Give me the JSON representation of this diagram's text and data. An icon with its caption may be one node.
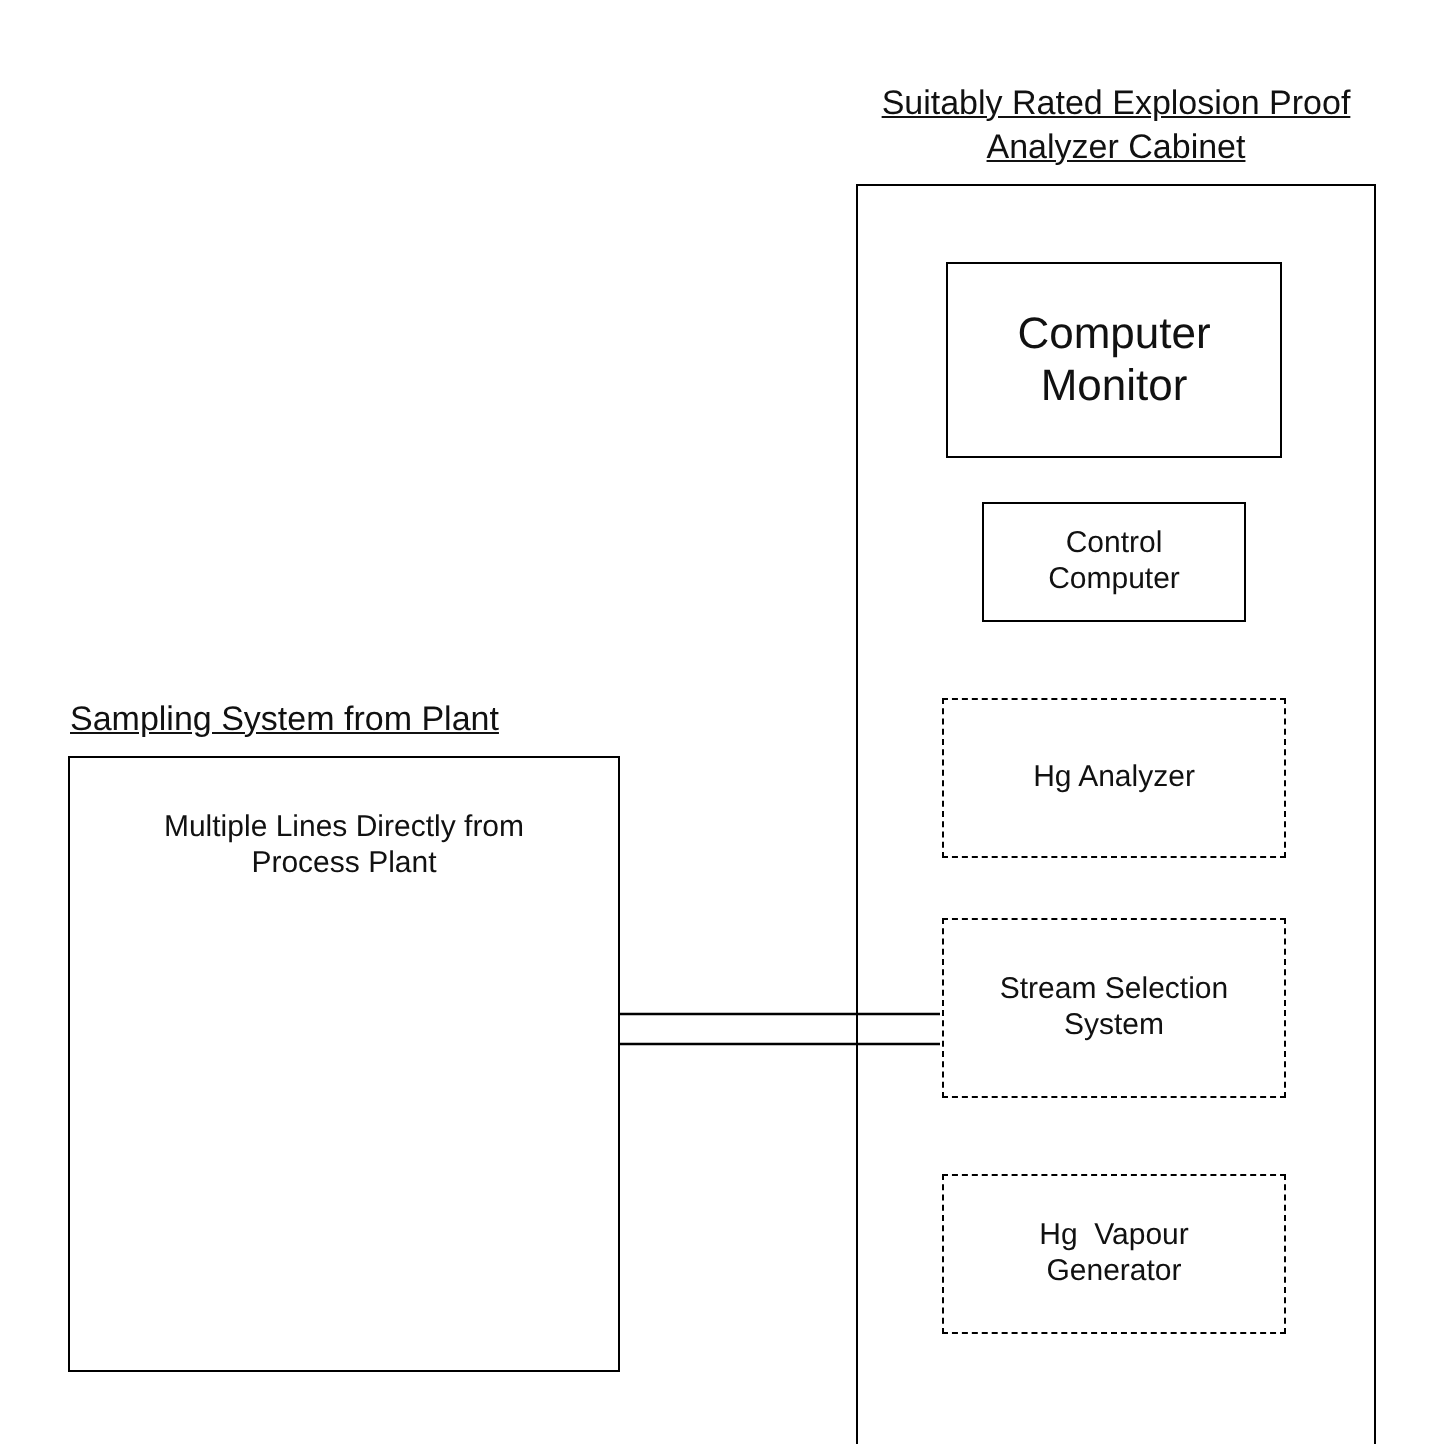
{
  "diagram": {
    "nodes": [
      {
        "text": [
          "Suitably Rated Explosion Proof Analyzer Cabinet"
        ]
      },
      {
        "text": [
          "Computer Monitor"
        ],
        "in": 0
      },
      {
        "text": [
          "Control Computer"
        ],
        "in": 0
      },
      {
        "text": [
          "Hg Analyzer"
        ],
        "in": 0
      },
      {
        "text": [
          "Stream Selection System"
        ],
        "in": 0
      },
      {
        "text": [
          "Hg  Vapour Generator"
        ],
        "in": 0
      },
      {
        "text": [
          "Sampling System from Plant",
          "Multiple Lines Directly from Process Plant"
        ]
      }
    ],
    "edges": [
      {
        "from": 6,
        "to": 4,
        "arrow": "none"
      },
      {
        "from": 6,
        "to": 4,
        "arrow": "none"
      }
    ]
  }
}
